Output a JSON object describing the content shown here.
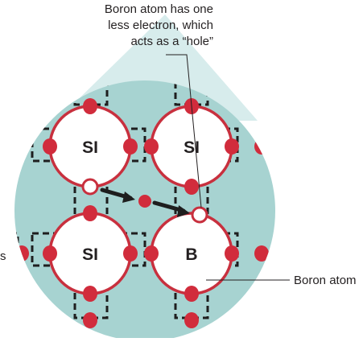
{
  "callouts": {
    "hole_lines": [
      "Boron atom has one",
      "less electron, which",
      "acts as a “hole”"
    ],
    "boron_atom": "Boron atom",
    "left_edge_fragment": "s"
  },
  "atoms": [
    {
      "id": "top-left",
      "label": "SI"
    },
    {
      "id": "top-right",
      "label": "SI"
    },
    {
      "id": "bottom-left",
      "label": "SI"
    },
    {
      "id": "bottom-right",
      "label": "B"
    }
  ],
  "colors": {
    "background_disc": "#a7d3d1",
    "funnel": "#d7ecec",
    "atom_ring": "#c8303e",
    "electron": "#d12c3c",
    "bond_dash": "#1e1e1e",
    "arrow": "#1e1e1e",
    "text": "#231f20"
  }
}
